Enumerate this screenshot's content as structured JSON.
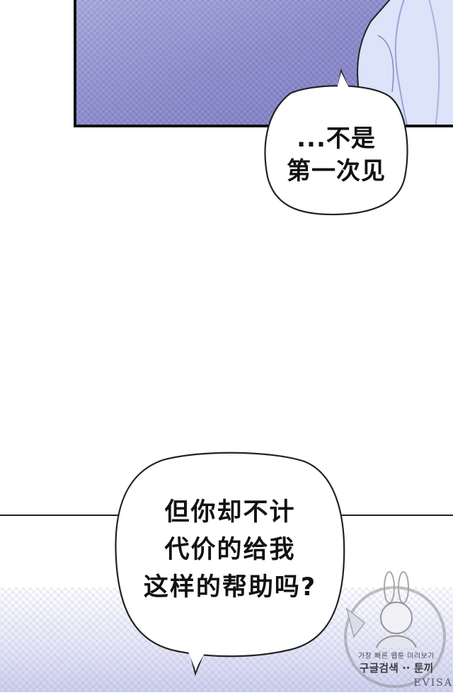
{
  "panels": {
    "top": {
      "background_color": "#8c8ccc",
      "border_color": "#111111"
    },
    "bottom": {
      "background_color": "#cfd1ee"
    }
  },
  "bubbles": [
    {
      "text": "...不是\n第一次见"
    },
    {
      "text": "但你却不计\n代价的给我\n这样的帮助吗?"
    }
  ],
  "watermark": {
    "line1": "가장 빠른 웹툰 미리보기",
    "line2": "구글검색 ·· 툰끼",
    "brand": "EVISA"
  }
}
